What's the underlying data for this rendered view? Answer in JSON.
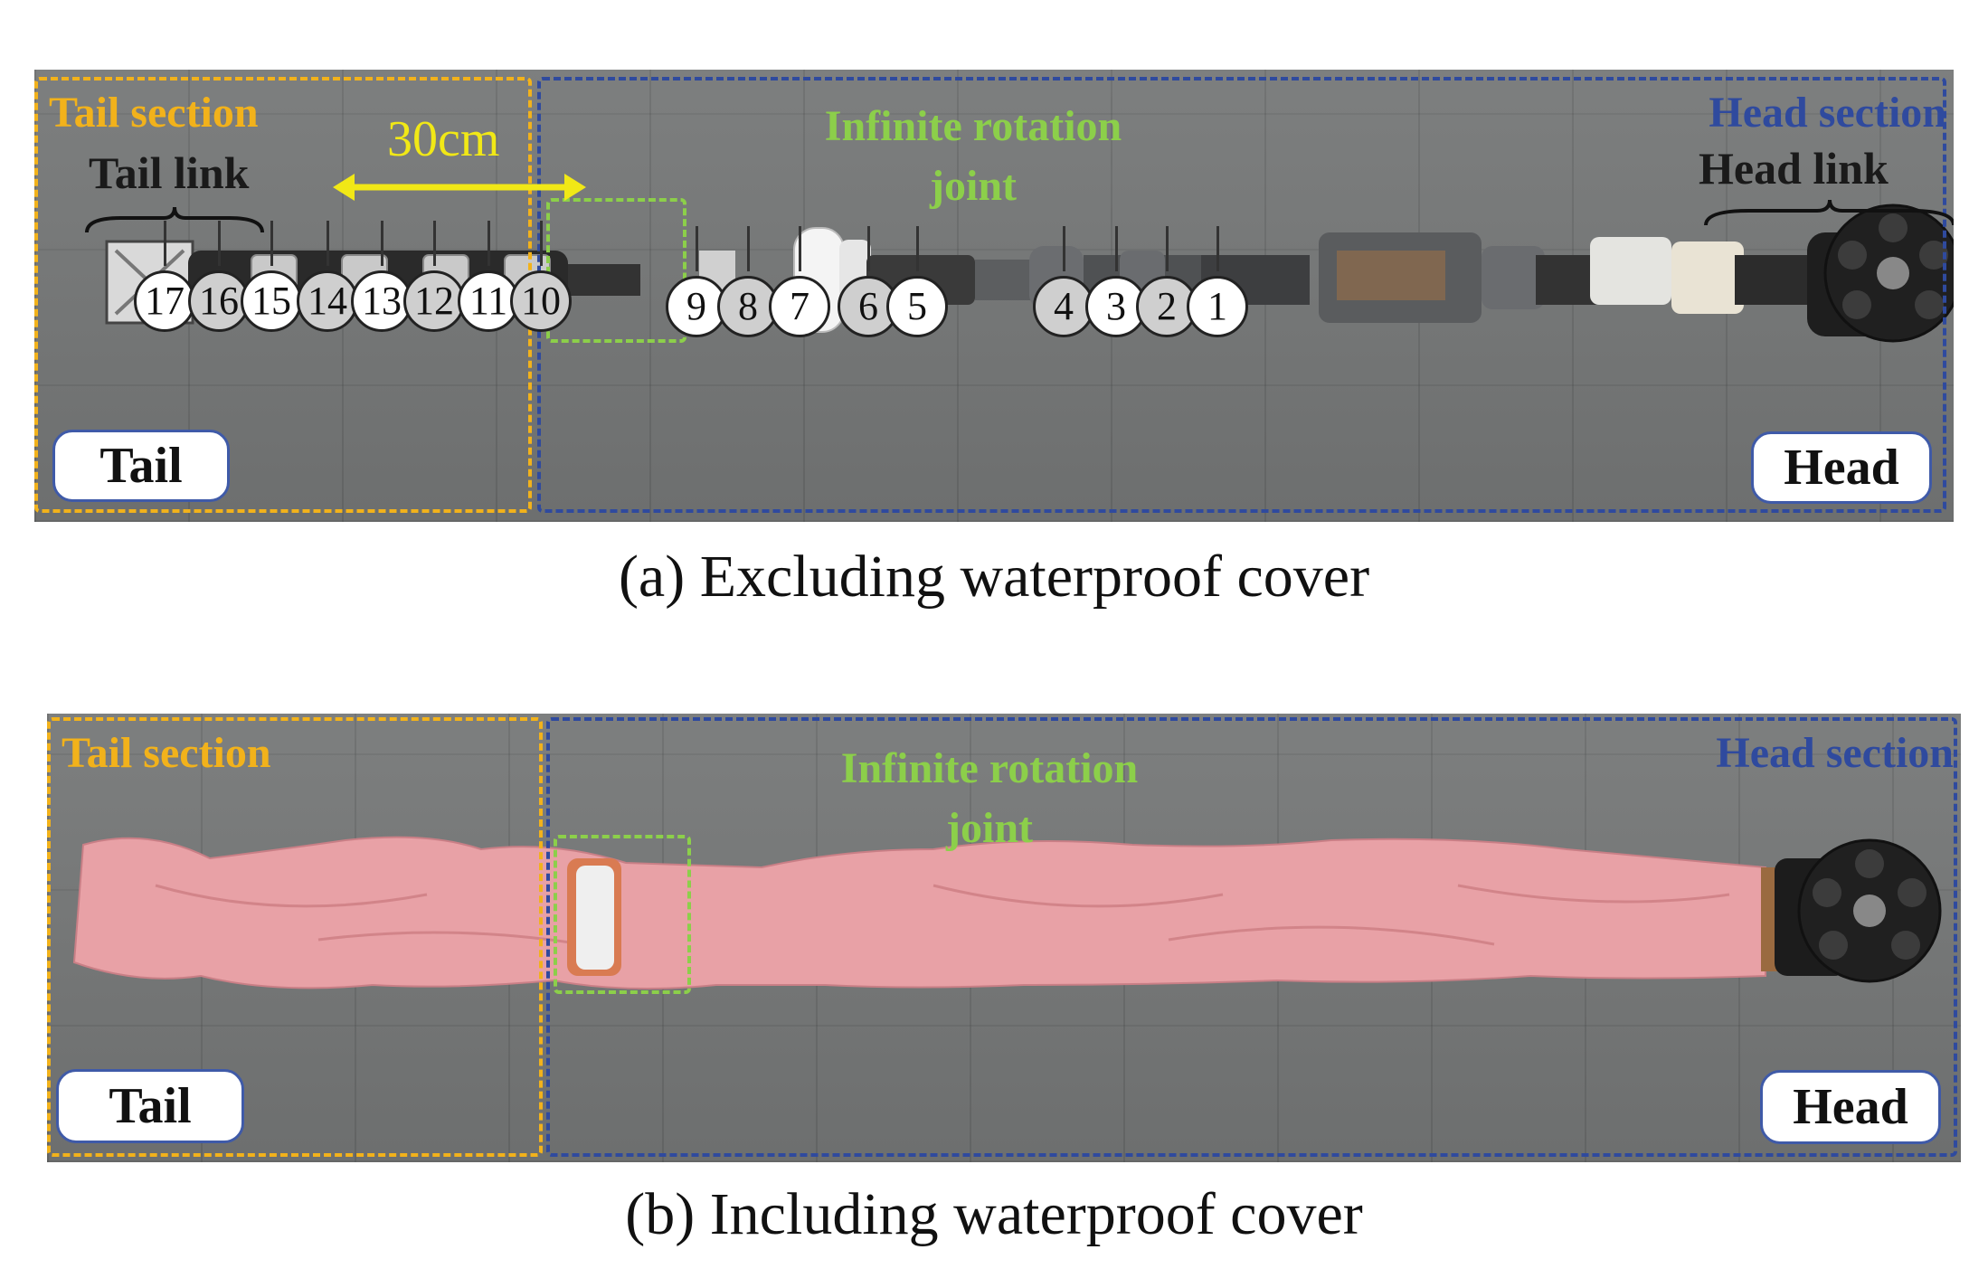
{
  "panel_a": {
    "tail_section": "Tail section",
    "head_section": "Head section",
    "joint_label_line1": "Infinite rotation",
    "joint_label_line2": "joint",
    "tail_link": "Tail link",
    "head_link": "Head link",
    "scale": "30cm",
    "tail_box": "Tail",
    "head_box": "Head",
    "joints": [
      {
        "label": "17",
        "style": "white"
      },
      {
        "label": "16",
        "style": "gray"
      },
      {
        "label": "15",
        "style": "white"
      },
      {
        "label": "14",
        "style": "gray"
      },
      {
        "label": "13",
        "style": "white"
      },
      {
        "label": "12",
        "style": "gray"
      },
      {
        "label": "11",
        "style": "white"
      },
      {
        "label": "10",
        "style": "gray"
      },
      {
        "label": "9",
        "style": "white"
      },
      {
        "label": "8",
        "style": "gray"
      },
      {
        "label": "7",
        "style": "white"
      },
      {
        "label": "6",
        "style": "gray"
      },
      {
        "label": "5",
        "style": "white"
      },
      {
        "label": "4",
        "style": "gray"
      },
      {
        "label": "3",
        "style": "white"
      },
      {
        "label": "2",
        "style": "gray"
      },
      {
        "label": "1",
        "style": "white"
      }
    ],
    "caption": "(a)  Excluding waterproof cover"
  },
  "panel_b": {
    "tail_section": "Tail section",
    "head_section": "Head section",
    "joint_label_line1": "Infinite rotation",
    "joint_label_line2": "joint",
    "tail_box": "Tail",
    "head_box": "Head",
    "caption": "(b)  Including waterproof cover"
  },
  "colors": {
    "tail": "#f2b21b",
    "head": "#2f4a9e",
    "joint": "#8ccf4a",
    "scale": "#f1e816",
    "cover": "#e8a1a6"
  }
}
